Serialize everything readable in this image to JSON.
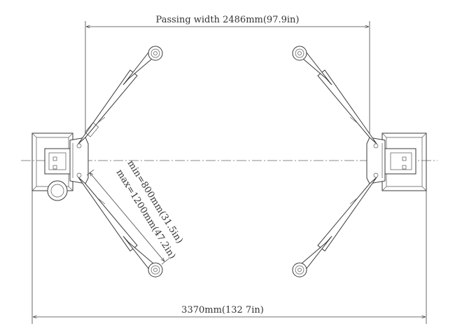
{
  "dimensions": {
    "passing_width": "Passing width 2486mm(97.9in)",
    "overall_width": "3370mm(132 7in)",
    "arm_min": "min=800mm(31.5in)",
    "arm_max": "max=1200mm(47.2in)"
  }
}
